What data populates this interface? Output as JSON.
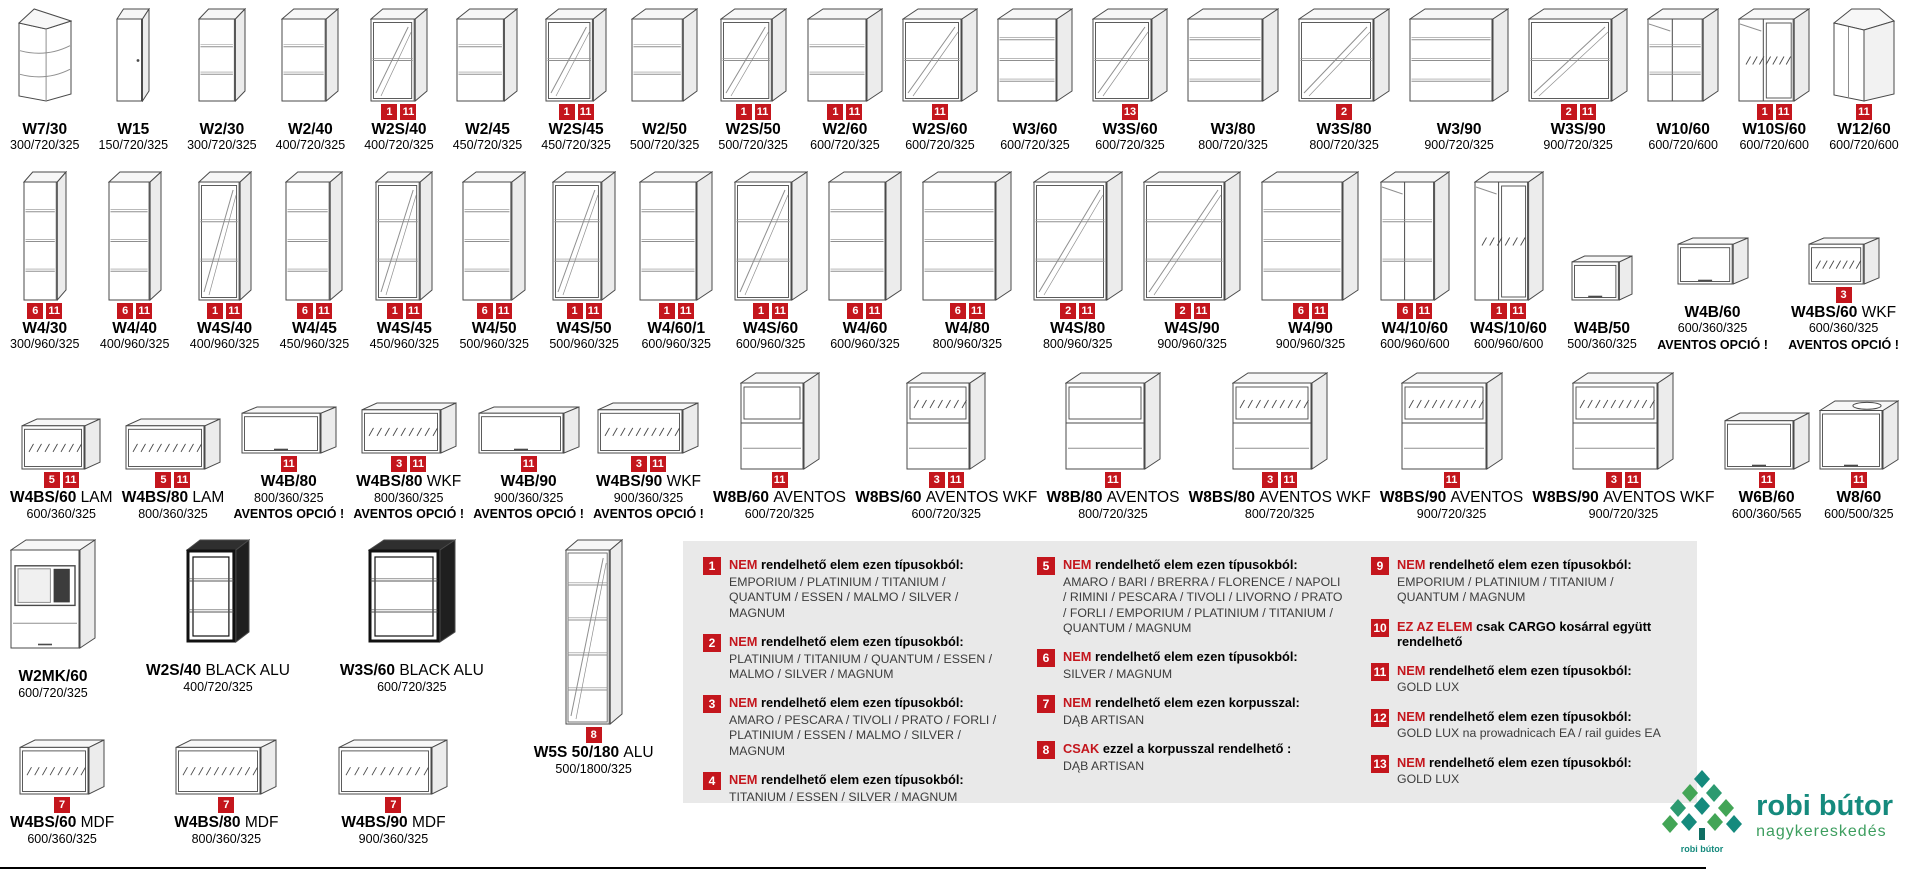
{
  "colors": {
    "badge_red": "#c4161d",
    "legend_bg": "#e9e9e9",
    "drawing_outline": "#4a4a4a",
    "logo_teal": "#158a7d",
    "logo_green": "#3d9e5f"
  },
  "rows": [
    {
      "items": [
        {
          "name": "W7/30",
          "dims": "300/720/325",
          "badges": [],
          "draw": {
            "type": "corner-shelf",
            "w": 54,
            "h": 94
          }
        },
        {
          "name": "W15",
          "dims": "150/720/325",
          "badges": [],
          "draw": {
            "type": "door",
            "w": 34,
            "h": 94
          }
        },
        {
          "name": "W2/30",
          "dims": "300/720/325",
          "badges": [],
          "draw": {
            "type": "open",
            "w": 48,
            "h": 94
          }
        },
        {
          "name": "W2/40",
          "dims": "400/720/325",
          "badges": [],
          "draw": {
            "type": "open",
            "w": 58,
            "h": 94
          }
        },
        {
          "name": "W2S/40",
          "dims": "400/720/325",
          "badges": [
            "1",
            "11"
          ],
          "draw": {
            "type": "glass",
            "w": 58,
            "h": 94
          }
        },
        {
          "name": "W2/45",
          "dims": "450/720/325",
          "badges": [],
          "draw": {
            "type": "open",
            "w": 62,
            "h": 94
          }
        },
        {
          "name": "W2S/45",
          "dims": "450/720/325",
          "badges": [
            "1",
            "11"
          ],
          "draw": {
            "type": "glass",
            "w": 62,
            "h": 94
          }
        },
        {
          "name": "W2/50",
          "dims": "500/720/325",
          "badges": [],
          "draw": {
            "type": "open",
            "w": 67,
            "h": 94
          }
        },
        {
          "name": "W2S/50",
          "dims": "500/720/325",
          "badges": [
            "1",
            "11"
          ],
          "draw": {
            "type": "glass",
            "w": 67,
            "h": 94
          }
        },
        {
          "name": "W2/60",
          "dims": "600/720/325",
          "badges": [
            "1",
            "11"
          ],
          "draw": {
            "type": "open",
            "w": 76,
            "h": 94
          }
        },
        {
          "name": "W2S/60",
          "dims": "600/720/325",
          "badges": [
            "11"
          ],
          "draw": {
            "type": "glass",
            "w": 76,
            "h": 94
          }
        },
        {
          "name": "W3/60",
          "dims": "600/720/325",
          "badges": [],
          "draw": {
            "type": "open3",
            "w": 76,
            "h": 94
          }
        },
        {
          "name": "W3S/60",
          "dims": "600/720/325",
          "badges": [
            "13"
          ],
          "draw": {
            "type": "glass",
            "w": 76,
            "h": 94
          }
        },
        {
          "name": "W3/80",
          "dims": "800/720/325",
          "badges": [],
          "draw": {
            "type": "open3",
            "w": 92,
            "h": 94
          }
        },
        {
          "name": "W3S/80",
          "dims": "800/720/325",
          "badges": [
            "2"
          ],
          "draw": {
            "type": "glass",
            "w": 92,
            "h": 94
          }
        },
        {
          "name": "W3/90",
          "dims": "900/720/325",
          "badges": [],
          "draw": {
            "type": "open3",
            "w": 100,
            "h": 94
          }
        },
        {
          "name": "W3S/90",
          "dims": "900/720/325",
          "badges": [
            "2",
            "11"
          ],
          "draw": {
            "type": "glass",
            "w": 100,
            "h": 94
          }
        },
        {
          "name": "W10/60",
          "dims": "600/720/600",
          "badges": [],
          "draw": {
            "type": "corner-box",
            "w": 72,
            "h": 94
          }
        },
        {
          "name": "W10S/60",
          "dims": "600/720/600",
          "badges": [
            "1",
            "11"
          ],
          "draw": {
            "type": "corner-glass",
            "w": 72,
            "h": 94
          }
        },
        {
          "name": "W12/60",
          "dims": "600/720/600",
          "badges": [
            "11"
          ],
          "draw": {
            "type": "corner-angled",
            "w": 62,
            "h": 94
          }
        }
      ]
    },
    {
      "items": [
        {
          "name": "W4/30",
          "dims": "300/960/325",
          "badges": [
            "6",
            "11"
          ],
          "draw": {
            "type": "open",
            "w": 44,
            "h": 130
          }
        },
        {
          "name": "W4/40",
          "dims": "400/960/325",
          "badges": [
            "6",
            "11"
          ],
          "draw": {
            "type": "open",
            "w": 54,
            "h": 130
          }
        },
        {
          "name": "W4S/40",
          "dims": "400/960/325",
          "badges": [
            "1",
            "11"
          ],
          "draw": {
            "type": "glass",
            "w": 54,
            "h": 130
          }
        },
        {
          "name": "W4/45",
          "dims": "450/960/325",
          "badges": [
            "6",
            "11"
          ],
          "draw": {
            "type": "open",
            "w": 58,
            "h": 130
          }
        },
        {
          "name": "W4S/45",
          "dims": "450/960/325",
          "badges": [
            "1",
            "11"
          ],
          "draw": {
            "type": "glass",
            "w": 58,
            "h": 130
          }
        },
        {
          "name": "W4/50",
          "dims": "500/960/325",
          "badges": [
            "6",
            "11"
          ],
          "draw": {
            "type": "open",
            "w": 64,
            "h": 130
          }
        },
        {
          "name": "W4S/50",
          "dims": "500/960/325",
          "badges": [
            "1",
            "11"
          ],
          "draw": {
            "type": "glass",
            "w": 64,
            "h": 130
          }
        },
        {
          "name": "W4/60/1",
          "dims": "600/960/325",
          "badges": [
            "1",
            "11"
          ],
          "draw": {
            "type": "open",
            "w": 74,
            "h": 130
          }
        },
        {
          "name": "W4S/60",
          "dims": "600/960/325",
          "badges": [
            "1",
            "11"
          ],
          "draw": {
            "type": "glass",
            "w": 74,
            "h": 130
          }
        },
        {
          "name": "W4/60",
          "dims": "600/960/325",
          "badges": [
            "6",
            "11"
          ],
          "draw": {
            "type": "open",
            "w": 74,
            "h": 130
          }
        },
        {
          "name": "W4/80",
          "dims": "800/960/325",
          "badges": [
            "6",
            "11"
          ],
          "draw": {
            "type": "open3",
            "w": 90,
            "h": 130
          }
        },
        {
          "name": "W4S/80",
          "dims": "800/960/325",
          "badges": [
            "2",
            "11"
          ],
          "draw": {
            "type": "glass",
            "w": 90,
            "h": 130
          }
        },
        {
          "name": "W4S/90",
          "dims": "900/960/325",
          "badges": [
            "2",
            "11"
          ],
          "draw": {
            "type": "glass",
            "w": 98,
            "h": 130
          }
        },
        {
          "name": "W4/90",
          "dims": "900/960/325",
          "badges": [
            "6",
            "11"
          ],
          "draw": {
            "type": "open3",
            "w": 98,
            "h": 130
          }
        },
        {
          "name": "W4/10/60",
          "dims": "600/960/600",
          "badges": [
            "6",
            "11"
          ],
          "draw": {
            "type": "corner-box",
            "w": 70,
            "h": 130
          }
        },
        {
          "name": "W4S/10/60",
          "dims": "600/960/600",
          "badges": [
            "1",
            "11"
          ],
          "draw": {
            "type": "corner-glass",
            "w": 70,
            "h": 130
          }
        },
        {
          "name": "W4B/50",
          "dims": "500/360/325",
          "badges": [],
          "draw": {
            "type": "flip",
            "w": 62,
            "h": 46
          }
        },
        {
          "name": "W4B/60",
          "dims": "600/360/325",
          "badges": [],
          "note": "AVENTOS OPCIÓ !",
          "draw": {
            "type": "flip",
            "w": 72,
            "h": 48
          }
        },
        {
          "name": "W4BS/60",
          "suffix": "WKF",
          "dims": "600/360/325",
          "badges": [
            "3"
          ],
          "note": "AVENTOS OPCIÓ !",
          "draw": {
            "type": "flip-glass",
            "w": 72,
            "h": 48
          }
        }
      ]
    },
    {
      "items": [
        {
          "name": "W4BS/60",
          "suffix": "LAM",
          "dims": "600/360/325",
          "badges": [
            "5",
            "11"
          ],
          "draw": {
            "type": "flip-glass",
            "w": 80,
            "h": 52
          }
        },
        {
          "name": "W4BS/80",
          "suffix": "LAM",
          "dims": "800/360/325",
          "badges": [
            "5",
            "11"
          ],
          "draw": {
            "type": "flip-glass",
            "w": 96,
            "h": 52
          }
        },
        {
          "name": "W4B/80",
          "dims": "800/360/325",
          "badges": [
            "11"
          ],
          "note": "AVENTOS OPCIÓ !",
          "draw": {
            "type": "flip",
            "w": 96,
            "h": 48
          }
        },
        {
          "name": "W4BS/80",
          "suffix": "WKF",
          "dims": "800/360/325",
          "badges": [
            "3",
            "11"
          ],
          "note": "AVENTOS OPCIÓ !",
          "draw": {
            "type": "flip-glass",
            "w": 96,
            "h": 52
          }
        },
        {
          "name": "W4B/90",
          "dims": "900/360/325",
          "badges": [
            "11"
          ],
          "note": "AVENTOS OPCIÓ !",
          "draw": {
            "type": "flip",
            "w": 102,
            "h": 48
          }
        },
        {
          "name": "W4BS/90",
          "suffix": "WKF",
          "dims": "900/360/325",
          "badges": [
            "3",
            "11"
          ],
          "note": "AVENTOS OPCIÓ !",
          "draw": {
            "type": "flip-glass",
            "w": 102,
            "h": 52
          }
        },
        {
          "name": "W8B/60",
          "suffix": "AVENTOS",
          "dims": "600/720/325",
          "badges": [
            "11"
          ],
          "draw": {
            "type": "aventos",
            "w": 80,
            "h": 98
          }
        },
        {
          "name": "W8BS/60",
          "suffix": "AVENTOS WKF",
          "dims": "600/720/325",
          "badges": [
            "3",
            "11"
          ],
          "draw": {
            "type": "aventos-glass",
            "w": 80,
            "h": 98
          }
        },
        {
          "name": "W8B/80",
          "suffix": "AVENTOS",
          "dims": "800/720/325",
          "badges": [
            "11"
          ],
          "draw": {
            "type": "aventos",
            "w": 96,
            "h": 98
          }
        },
        {
          "name": "W8BS/80",
          "suffix": "AVENTOS WKF",
          "dims": "800/720/325",
          "badges": [
            "3",
            "11"
          ],
          "draw": {
            "type": "aventos-glass",
            "w": 96,
            "h": 98
          }
        },
        {
          "name": "W8BS/90",
          "suffix": "AVENTOS",
          "dims": "900/720/325",
          "badges": [
            "11"
          ],
          "draw": {
            "type": "aventos-glass",
            "w": 102,
            "h": 98
          }
        },
        {
          "name": "W8BS/90",
          "suffix": "AVENTOS WKF",
          "dims": "900/720/325",
          "badges": [
            "3",
            "11"
          ],
          "draw": {
            "type": "aventos-glass",
            "w": 102,
            "h": 98
          }
        },
        {
          "name": "W6B/60",
          "dims": "600/360/565",
          "badges": [
            "11"
          ],
          "draw": {
            "type": "flip",
            "w": 86,
            "h": 58
          }
        },
        {
          "name": "W8/60",
          "dims": "600/500/325",
          "badges": [
            "11"
          ],
          "draw": {
            "type": "hole",
            "w": 80,
            "h": 70
          }
        }
      ]
    }
  ],
  "bottom": {
    "groupA": [
      {
        "name": "W2MK/60",
        "dims": "600/720/325",
        "badges": [],
        "draw": {
          "type": "mw",
          "w": 86,
          "h": 110
        }
      },
      {
        "name": "W2S/40",
        "suffix": "BLACK ALU",
        "dims": "400/720/325",
        "badges": [],
        "draw": {
          "type": "black",
          "w": 64,
          "h": 104
        }
      },
      {
        "name": "W3S/60",
        "suffix": "BLACK ALU",
        "dims": "600/720/325",
        "badges": [],
        "draw": {
          "type": "black",
          "w": 88,
          "h": 104
        }
      },
      {
        "name": "W5S 50/180",
        "suffix": "ALU",
        "dims": "500/1800/325",
        "badges": [
          "8"
        ],
        "draw": {
          "type": "tall-glass",
          "w": 58,
          "h": 186
        }
      }
    ],
    "groupB": [
      {
        "name": "W4BS/60",
        "suffix": "MDF",
        "dims": "600/360/325",
        "badges": [
          "7"
        ],
        "draw": {
          "type": "flip-glass",
          "w": 86,
          "h": 56
        }
      },
      {
        "name": "W4BS/80",
        "suffix": "MDF",
        "dims": "800/360/325",
        "badges": [
          "7"
        ],
        "draw": {
          "type": "flip-glass",
          "w": 102,
          "h": 56
        }
      },
      {
        "name": "W4BS/90",
        "suffix": "MDF",
        "dims": "900/360/325",
        "badges": [
          "7"
        ],
        "draw": {
          "type": "flip-glass",
          "w": 110,
          "h": 56
        }
      }
    ]
  },
  "legend": {
    "columns": [
      [
        {
          "num": "1",
          "lead": "NEM",
          "title": "rendelhető elem ezen típusokból:",
          "body": "EMPORIUM / PLATINIUM / TITANIUM / QUANTUM / ESSEN / MALMO / SILVER / MAGNUM"
        },
        {
          "num": "2",
          "lead": "NEM",
          "title": "rendelhető elem ezen típusokból:",
          "body": "PLATINIUM / TITANIUM / QUANTUM / ESSEN / MALMO / SILVER / MAGNUM"
        },
        {
          "num": "3",
          "lead": "NEM",
          "title": "rendelhető elem ezen típusokból:",
          "body": "AMARO / PESCARA / TIVOLI / PRATO / FORLI / PLATINIUM / ESSEN / MALMO / SILVER / MAGNUM"
        },
        {
          "num": "4",
          "lead": "NEM",
          "title": "rendelhető elem ezen típusokból:",
          "body": "TITANIUM / ESSEN / SILVER / MAGNUM"
        }
      ],
      [
        {
          "num": "5",
          "lead": "NEM",
          "title": "rendelhető elem ezen típusokból:",
          "body": "AMARO / BARI / BRERRA / FLORENCE / NAPOLI / RIMINI / PESCARA / TIVOLI / LIVORNO / PRATO / FORLI / EMPORIUM / PLATINIUM / TITANIUM / QUANTUM / MAGNUM"
        },
        {
          "num": "6",
          "lead": "NEM",
          "title": "rendelhető elem ezen típusokból:",
          "body": "SILVER / MAGNUM"
        },
        {
          "num": "7",
          "lead": "NEM",
          "title": "rendelhető elem ezen korpusszal:",
          "body": "DĄB ARTISAN"
        },
        {
          "num": "8",
          "lead": "CSAK",
          "title": "ezzel a korpusszal rendelhető :",
          "body": "DĄB ARTISAN"
        }
      ],
      [
        {
          "num": "9",
          "lead": "NEM",
          "title": "rendelhető elem ezen típusokból:",
          "body": "EMPORIUM / PLATINIUM / TITANIUM / QUANTUM / MAGNUM"
        },
        {
          "num": "10",
          "lead": "EZ AZ ELEM",
          "title": "csak CARGO kosárral  együtt rendelhető",
          "body": ""
        },
        {
          "num": "11",
          "lead": "NEM",
          "title": "rendelhető elem ezen típusokból:",
          "body": "GOLD LUX"
        },
        {
          "num": "12",
          "lead": "NEM",
          "title": "rendelhető elem ezen típusokból:",
          "body": "GOLD LUX na prowadnicach EA / rail guides EA"
        },
        {
          "num": "13",
          "lead": "NEM",
          "title": "rendelhető elem ezen típusokból:",
          "body": "GOLD LUX"
        }
      ]
    ]
  },
  "logo": {
    "title": "robi bútor",
    "subtitle": "nagykereskedés",
    "caption": "robi bútor"
  }
}
